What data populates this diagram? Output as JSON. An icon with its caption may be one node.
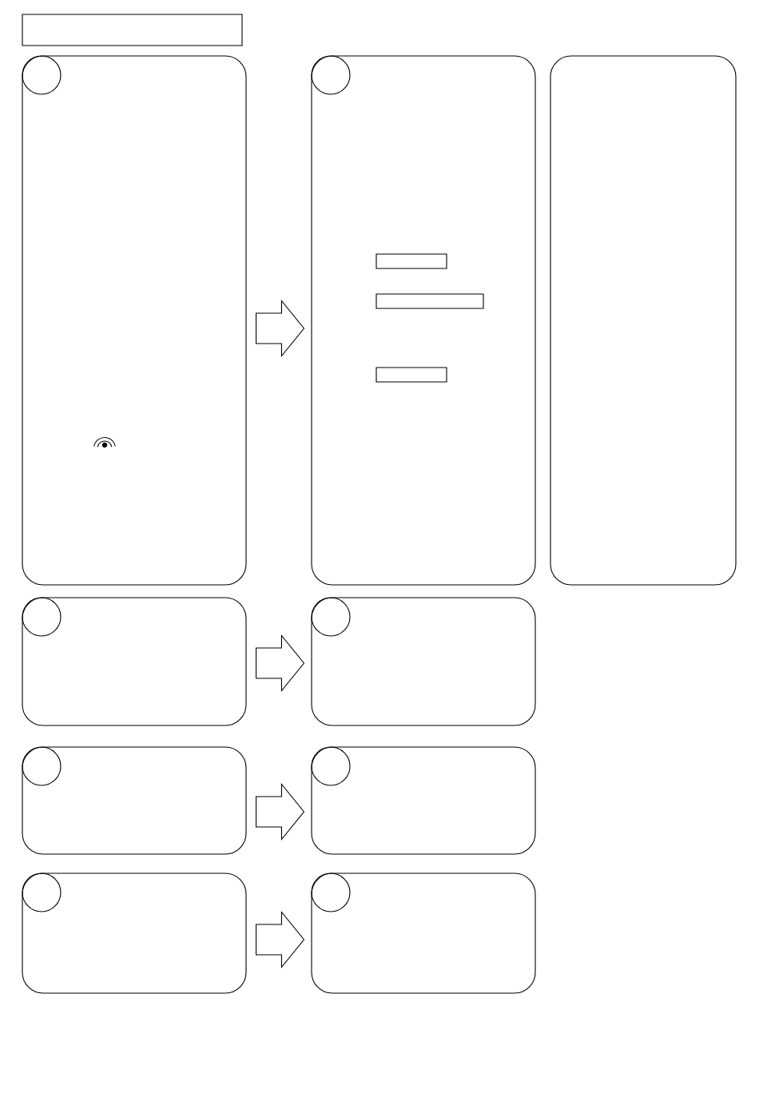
{
  "diagram": {
    "nodes": [
      {
        "text": [],
        "shape": "box"
      },
      {
        "text": [],
        "shape": "box"
      },
      {
        "text": [],
        "shape": "circle",
        "in": 1
      },
      {
        "text": [],
        "shape": "box"
      },
      {
        "text": [],
        "shape": "circle",
        "in": 3
      },
      {
        "text": [],
        "shape": "box",
        "in": 3
      },
      {
        "text": [],
        "shape": "box",
        "in": 3
      },
      {
        "text": [],
        "shape": "box",
        "in": 3
      },
      {
        "text": [],
        "shape": "box"
      },
      {
        "text": [],
        "shape": "box"
      },
      {
        "text": [],
        "shape": "circle",
        "in": 9
      },
      {
        "text": [],
        "shape": "box"
      },
      {
        "text": [],
        "shape": "circle",
        "in": 11
      },
      {
        "text": [],
        "shape": "box"
      },
      {
        "text": [],
        "shape": "circle",
        "in": 13
      },
      {
        "text": [],
        "shape": "box"
      },
      {
        "text": [],
        "shape": "circle",
        "in": 15
      },
      {
        "text": [],
        "shape": "box"
      },
      {
        "text": [],
        "shape": "circle",
        "in": 17
      },
      {
        "text": [],
        "shape": "box"
      },
      {
        "text": [],
        "shape": "circle",
        "in": 19
      }
    ],
    "edges": [
      {
        "from": 1,
        "to": 3,
        "arrow": "to"
      },
      {
        "from": 9,
        "to": 11,
        "arrow": "to"
      },
      {
        "from": 13,
        "to": 15,
        "arrow": "to"
      },
      {
        "from": 17,
        "to": 19,
        "arrow": "to"
      }
    ]
  }
}
